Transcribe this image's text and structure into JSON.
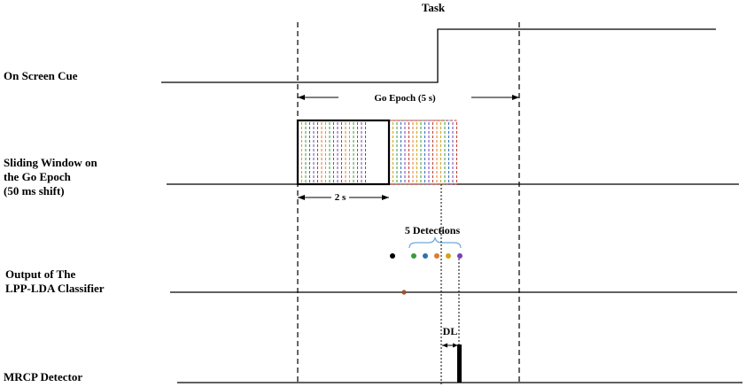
{
  "title": "Task",
  "rows": {
    "on_screen_cue": "On Screen Cue",
    "sliding_window": [
      "Sliding Window on",
      "the Go Epoch",
      "(50 ms shift)"
    ],
    "classifier_output": [
      "Output of  The",
      "LPP-LDA Classifier"
    ],
    "mrcp_detector": "MRCP Detector"
  },
  "annotations": {
    "go_epoch": "Go Epoch (5 s)",
    "window_length": "2 s",
    "detections": "5 Detections",
    "dl": "DL"
  },
  "colors": {
    "window_shifts": [
      "#e07b2a",
      "#d4a017",
      "#3a9a3a",
      "#2f6fb5",
      "#7a3fb5",
      "#c0392b"
    ],
    "detection_dots": [
      "#000000",
      "#3a9a3a",
      "#2f6fb5",
      "#e07b2a",
      "#d4a017",
      "#7a3fb5"
    ],
    "classifier_marker": "#a0522d"
  }
}
